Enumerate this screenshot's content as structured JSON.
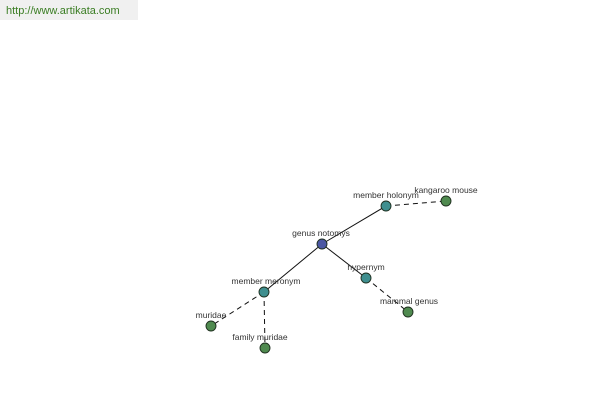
{
  "header": {
    "url": "http://www.artikata.com"
  },
  "graph": {
    "colors": {
      "center": "#4b57a3",
      "relation": "#3f8f8f",
      "leaf": "#4f8a4f"
    },
    "nodes": {
      "center": {
        "label": "genus notomys"
      },
      "member_holonym": {
        "label": "member holonym"
      },
      "kangaroo_mouse": {
        "label": "kangaroo mouse"
      },
      "hypernym": {
        "label": "hypernym"
      },
      "mammal_genus": {
        "label": "mammal genus"
      },
      "member_meronym": {
        "label": "member meronym"
      },
      "muridae": {
        "label": "muridae"
      },
      "family_muridae": {
        "label": "family muridae"
      }
    }
  }
}
